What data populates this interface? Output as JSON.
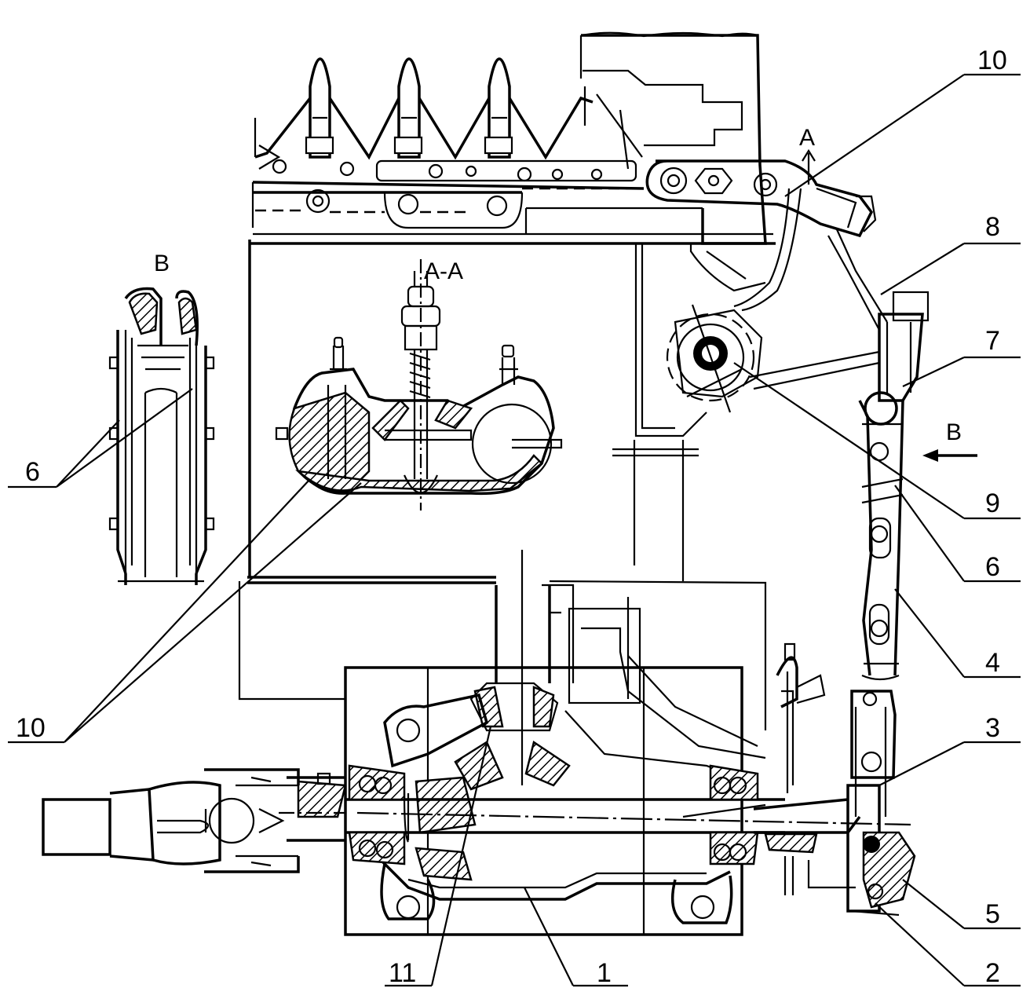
{
  "diagram": {
    "section_labels": {
      "view_b": "B",
      "section_aa": "A-A",
      "cut_a": "A",
      "arrow_b": "B"
    },
    "callouts": [
      {
        "id": "c10_top",
        "text": "10"
      },
      {
        "id": "c8",
        "text": "8"
      },
      {
        "id": "c7",
        "text": "7"
      },
      {
        "id": "c9",
        "text": "9"
      },
      {
        "id": "c6_right",
        "text": "6"
      },
      {
        "id": "c4",
        "text": "4"
      },
      {
        "id": "c3",
        "text": "3"
      },
      {
        "id": "c5",
        "text": "5"
      },
      {
        "id": "c2",
        "text": "2"
      },
      {
        "id": "c1",
        "text": "1"
      },
      {
        "id": "c11",
        "text": "11"
      },
      {
        "id": "c10_left",
        "text": "10"
      },
      {
        "id": "c6_left",
        "text": "6"
      }
    ]
  }
}
